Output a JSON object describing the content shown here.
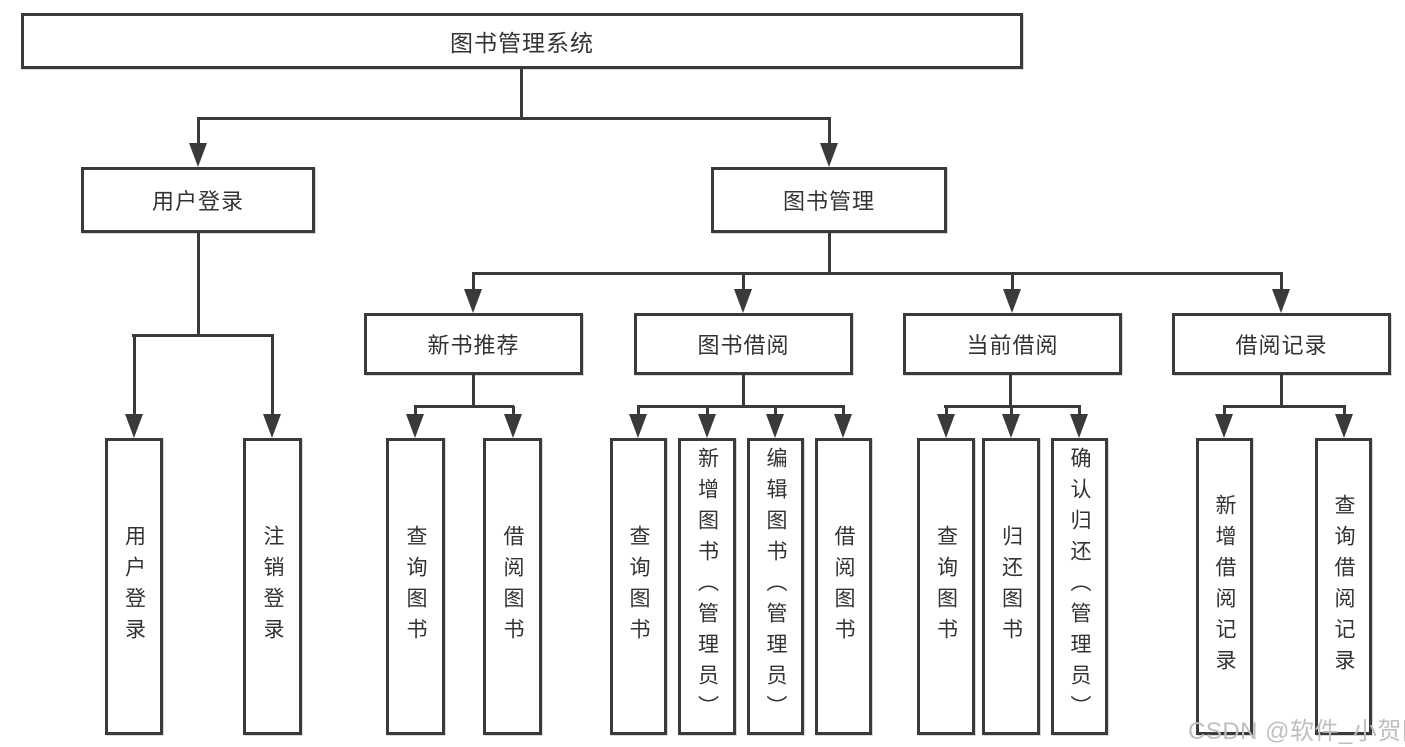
{
  "diagram": {
    "title": "图书管理系统",
    "watermark": "CSDN @软件_小贺同学",
    "colors": {
      "line": "#3a3a3a",
      "box_border": "#3a3a3a",
      "text": "#333333",
      "background": "#ffffff",
      "watermark": "#bfbfbf"
    },
    "nodes": [
      {
        "id": "root",
        "label": "图书管理系统",
        "parent": null
      },
      {
        "id": "user-login",
        "label": "用户登录",
        "parent": "root"
      },
      {
        "id": "book-mgmt",
        "label": "图书管理",
        "parent": "root"
      },
      {
        "id": "new-book-rec",
        "label": "新书推荐",
        "parent": "book-mgmt"
      },
      {
        "id": "book-borrow",
        "label": "图书借阅",
        "parent": "book-mgmt"
      },
      {
        "id": "current-borrow",
        "label": "当前借阅",
        "parent": "book-mgmt"
      },
      {
        "id": "borrow-records",
        "label": "借阅记录",
        "parent": "book-mgmt"
      },
      {
        "id": "leaf-user-login",
        "label": "用户登录",
        "parent": "user-login"
      },
      {
        "id": "leaf-logout",
        "label": "注销登录",
        "parent": "user-login"
      },
      {
        "id": "leaf-query-book-1",
        "label": "查询图书",
        "parent": "new-book-rec"
      },
      {
        "id": "leaf-borrow-book-1",
        "label": "借阅图书",
        "parent": "new-book-rec"
      },
      {
        "id": "leaf-query-book-2",
        "label": "查询图书",
        "parent": "book-borrow"
      },
      {
        "id": "leaf-add-book",
        "label": "新增图书（管理员）",
        "parent": "book-borrow"
      },
      {
        "id": "leaf-edit-book",
        "label": "编辑图书（管理员）",
        "parent": "book-borrow"
      },
      {
        "id": "leaf-borrow-book-2",
        "label": "借阅图书",
        "parent": "book-borrow"
      },
      {
        "id": "leaf-query-book-3",
        "label": "查询图书",
        "parent": "current-borrow"
      },
      {
        "id": "leaf-return-book",
        "label": "归还图书",
        "parent": "current-borrow"
      },
      {
        "id": "leaf-confirm-return",
        "label": "确认归还（管理员）",
        "parent": "current-borrow"
      },
      {
        "id": "leaf-add-borrow-record",
        "label": "新增借阅记录",
        "parent": "borrow-records"
      },
      {
        "id": "leaf-query-borrow-record",
        "label": "查询借阅记录",
        "parent": "borrow-records"
      }
    ]
  }
}
